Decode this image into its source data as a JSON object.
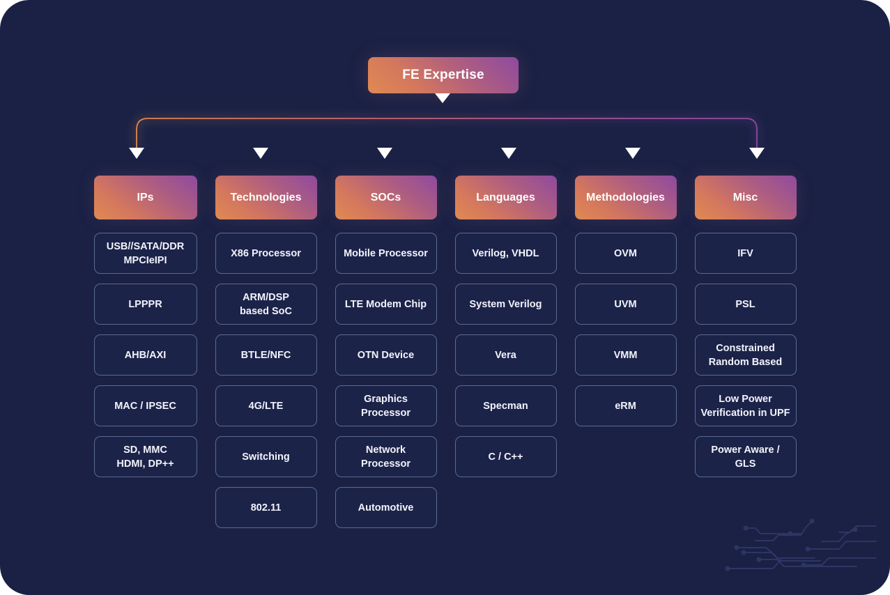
{
  "diagram": {
    "title": "FE Expertise",
    "background_color": "#1a2145",
    "accent_gradient_start": "#e08a52",
    "accent_gradient_end": "#8e4a9f",
    "cell_border_color": "#5a6a92",
    "cell_fill_color": "#1c2349",
    "arrow_color": "#ffffff",
    "columns": [
      {
        "header": "IPs",
        "items": [
          {
            "line1": "USB//SATA/DDR",
            "line2": "MPCIeIPI"
          },
          {
            "line1": "LPPPR",
            "line2": ""
          },
          {
            "line1": "AHB/AXI",
            "line2": ""
          },
          {
            "line1": "MAC / IPSEC",
            "line2": ""
          },
          {
            "line1": "SD, MMC",
            "line2": "HDMI, DP++"
          }
        ]
      },
      {
        "header": "Technologies",
        "items": [
          {
            "line1": "X86 Processor",
            "line2": ""
          },
          {
            "line1": "ARM/DSP",
            "line2": "based SoC"
          },
          {
            "line1": "BTLE/NFC",
            "line2": ""
          },
          {
            "line1": "4G/LTE",
            "line2": ""
          },
          {
            "line1": "Switching",
            "line2": ""
          },
          {
            "line1": "802.11",
            "line2": ""
          }
        ]
      },
      {
        "header": "SOCs",
        "items": [
          {
            "line1": "Mobile Processor",
            "line2": ""
          },
          {
            "line1": "LTE Modem Chip",
            "line2": ""
          },
          {
            "line1": "OTN Device",
            "line2": ""
          },
          {
            "line1": "Graphics",
            "line2": "Processor"
          },
          {
            "line1": "Network Processor",
            "line2": ""
          },
          {
            "line1": "Automotive",
            "line2": ""
          }
        ]
      },
      {
        "header": "Languages",
        "items": [
          {
            "line1": "Verilog, VHDL",
            "line2": ""
          },
          {
            "line1": "System Verilog",
            "line2": ""
          },
          {
            "line1": "Vera",
            "line2": ""
          },
          {
            "line1": "Specman",
            "line2": ""
          },
          {
            "line1": "C / C++",
            "line2": ""
          }
        ]
      },
      {
        "header": "Methodologies",
        "items": [
          {
            "line1": "OVM",
            "line2": ""
          },
          {
            "line1": "UVM",
            "line2": ""
          },
          {
            "line1": "VMM",
            "line2": ""
          },
          {
            "line1": "eRM",
            "line2": ""
          }
        ]
      },
      {
        "header": "Misc",
        "items": [
          {
            "line1": "IFV",
            "line2": ""
          },
          {
            "line1": "PSL",
            "line2": ""
          },
          {
            "line1": "Constrained",
            "line2": "Random Based"
          },
          {
            "line1": "Low Power",
            "line2": "Verification in UPF"
          },
          {
            "line1": "Power Aware / GLS",
            "line2": ""
          }
        ]
      }
    ]
  }
}
